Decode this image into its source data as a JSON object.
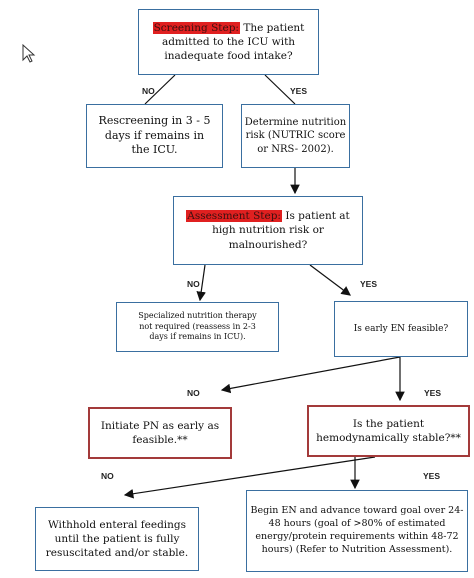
{
  "screening": {
    "tag": "Screening Step:",
    "line1": "The patient",
    "line2": "admitted to the ICU with",
    "line3": "inadequate food intake?"
  },
  "rescreen": {
    "line1": "Rescreening in 3 - 5",
    "line2": "days if remains in",
    "line3": "the ICU."
  },
  "determine": {
    "line1": "Determine nutrition",
    "line2": "risk (NUTRIC score",
    "line3": "or NRS- 2002)."
  },
  "assessment": {
    "tag": "Assessment Step:",
    "line1": "Is patient at",
    "line2": "high nutrition risk or",
    "line3": "malnourished?"
  },
  "specialized": {
    "line1": "Specialized nutrition therapy",
    "line2": "not required (reassess in 2-3",
    "line3": "days if remains in ICU)."
  },
  "early_en": {
    "text": "Is early EN feasible?"
  },
  "initiate_pn": {
    "line1": "Initiate PN as early as",
    "line2": "feasible.**"
  },
  "hemo": {
    "line1": "Is the patient",
    "line2": "hemodynamically stable?**"
  },
  "withhold": {
    "line1": "Withhold enteral feedings",
    "line2": "until the patient is fully",
    "line3": "resuscitated and/or stable."
  },
  "begin_en": {
    "line1": "Begin EN and advance toward goal over 24-",
    "line2": "48 hours (goal of >80% of estimated",
    "line3": "energy/protein requirements within 48-72",
    "line4": "hours) (Refer to Nutrition Assessment)."
  },
  "labels": {
    "no1": "NO",
    "yes1": "YES",
    "no2": "NO",
    "yes2": "YES",
    "no3": "NO",
    "yes3": "YES",
    "no4": "NO",
    "yes4": "YES"
  },
  "colors": {
    "box_border": "#3a6fa0",
    "red_border": "#a33a3a",
    "highlight": "#e02020"
  }
}
